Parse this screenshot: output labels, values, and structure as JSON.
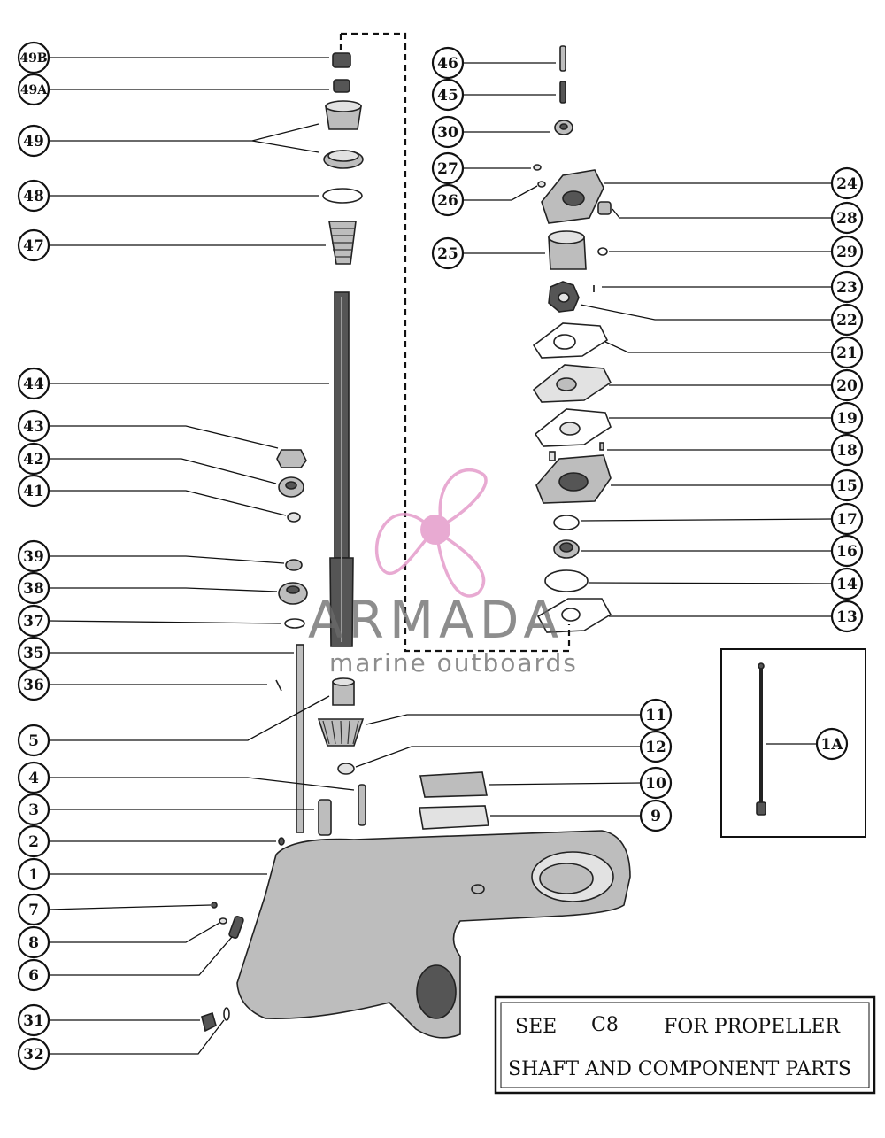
{
  "callouts": [
    {
      "label": "49B"
    },
    {
      "label": "49A"
    },
    {
      "label": "49"
    },
    {
      "label": "48"
    },
    {
      "label": "47"
    },
    {
      "label": "44"
    },
    {
      "label": "43"
    },
    {
      "label": "42"
    },
    {
      "label": "41"
    },
    {
      "label": "39"
    },
    {
      "label": "38"
    },
    {
      "label": "37"
    },
    {
      "label": "35"
    },
    {
      "label": "36"
    },
    {
      "label": "5"
    },
    {
      "label": "4"
    },
    {
      "label": "3"
    },
    {
      "label": "2"
    },
    {
      "label": "1"
    },
    {
      "label": "7"
    },
    {
      "label": "8"
    },
    {
      "label": "6"
    },
    {
      "label": "31"
    },
    {
      "label": "32"
    },
    {
      "label": "46"
    },
    {
      "label": "45"
    },
    {
      "label": "30"
    },
    {
      "label": "27"
    },
    {
      "label": "26"
    },
    {
      "label": "25"
    },
    {
      "label": "24"
    },
    {
      "label": "28"
    },
    {
      "label": "29"
    },
    {
      "label": "23"
    },
    {
      "label": "22"
    },
    {
      "label": "21"
    },
    {
      "label": "20"
    },
    {
      "label": "19"
    },
    {
      "label": "18"
    },
    {
      "label": "15"
    },
    {
      "label": "17"
    },
    {
      "label": "16"
    },
    {
      "label": "14"
    },
    {
      "label": "13"
    },
    {
      "label": "11"
    },
    {
      "label": "12"
    },
    {
      "label": "10"
    },
    {
      "label": "9"
    },
    {
      "label": "1A"
    }
  ],
  "watermark": {
    "brand": "ARMADA",
    "tagline": "marine outboards",
    "logo_icon": "propeller-logo-icon",
    "logo_color": "#e59ccb"
  },
  "note": {
    "see": "SEE",
    "ref": "C8",
    "line1_rest": "FOR PROPELLER",
    "line2": "SHAFT AND COMPONENT PARTS"
  }
}
